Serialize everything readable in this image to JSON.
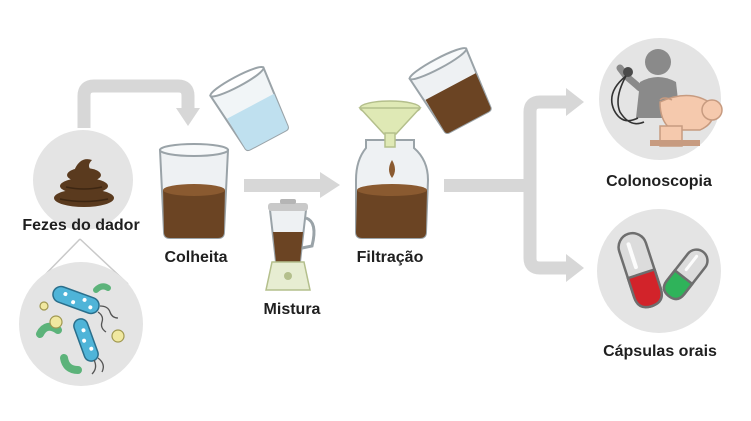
{
  "labels": {
    "donor_feces": "Fezes do dador",
    "collection": "Colheita",
    "mixing": "Mistura",
    "filtration": "Filtração",
    "colonoscopy": "Colonoscopia",
    "oral_capsules": "Cápsulas orais"
  },
  "colors": {
    "arrow": "#d7d7d7",
    "circle_bg": "#e4e4e4",
    "stool": "#5a3a1e",
    "stool_mix": "#6b4423",
    "water": "#bfe0ef",
    "funnel": "#dfe9b5",
    "bacteria_blue": "#4fb4d8",
    "bacteria_green": "#5cb37a",
    "bacteria_yellow": "#f0e8a0",
    "capsule_red": "#d2232a",
    "capsule_green": "#2fb35a",
    "skin": "#f5c9ad"
  },
  "icons": [
    "stool-icon",
    "bacteria-icon",
    "beaker-icon",
    "water-beaker-icon",
    "blender-icon",
    "funnel-icon",
    "doctor-patient-icon",
    "capsules-icon"
  ]
}
